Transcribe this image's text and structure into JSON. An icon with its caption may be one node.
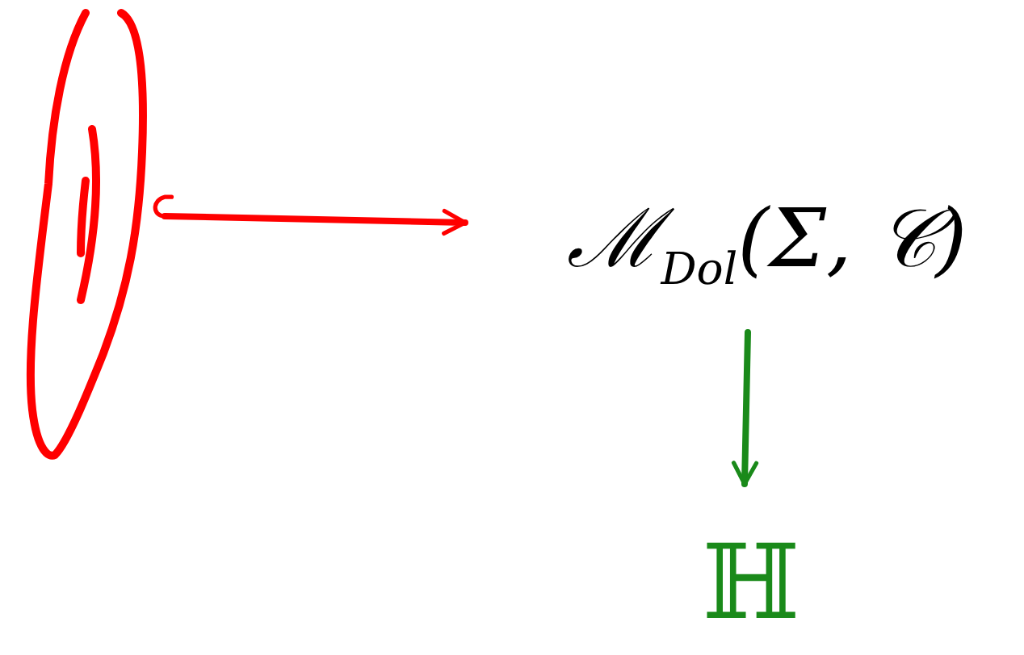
{
  "diagram": {
    "nodes": [
      {
        "text": [],
        "shape": "picture"
      },
      {
        "text": [
          "ℳ$_{Dol}$(Σ, 𝒞)"
        ]
      },
      {
        "text": [
          "ℍ"
        ]
      }
    ],
    "edges": [
      {
        "from": 0,
        "to": 1,
        "arrow": "to",
        "color": "#ff0000"
      },
      {
        "from": 1,
        "to": 2,
        "arrow": "to",
        "color": "#1a8a1a"
      }
    ]
  }
}
